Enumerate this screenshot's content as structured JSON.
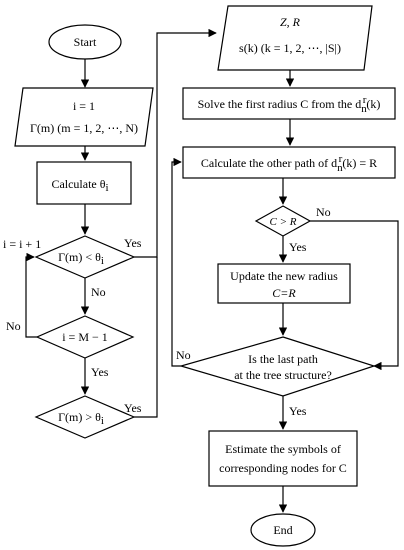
{
  "nodes": {
    "start": "Start",
    "end": "End",
    "init_line1": "i = 1",
    "init_line2": "Γ(m) (m = 1, 2, ⋯, N)",
    "calc_theta": "Calculate θ",
    "calc_theta_sub": "i",
    "increment": "i = i + 1",
    "cond1": "Γ(m) < θ",
    "cond1_sub": "i",
    "cond2": "i = M − 1",
    "cond3": "Γ(m) > θ",
    "cond3_sub": "i",
    "input_line1": "Z, R",
    "input_line2": "s(k) (k = 1, 2, ⋯, |S|)",
    "solve_radius": "Solve the first radius C from the d",
    "solve_radius_sup": "r",
    "solve_radius_sub": "n",
    "solve_radius_tail": "(k)",
    "calc_path": "Calculate the other path of d",
    "calc_path_sup": "r",
    "calc_path_sub": "n",
    "calc_path_tail": "(k) = R",
    "cond_cr": "C > R",
    "update_line1": "Update the new radius",
    "update_line2": "C=R",
    "last_path_line1": "Is the last path",
    "last_path_line2": "at the tree structure?",
    "estimate_line1": "Estimate the symbols of",
    "estimate_line2": "corresponding nodes for C"
  },
  "edge_labels": {
    "yes": "Yes",
    "no": "No"
  },
  "colors": {
    "stroke": "#000000",
    "fill": "#ffffff"
  }
}
